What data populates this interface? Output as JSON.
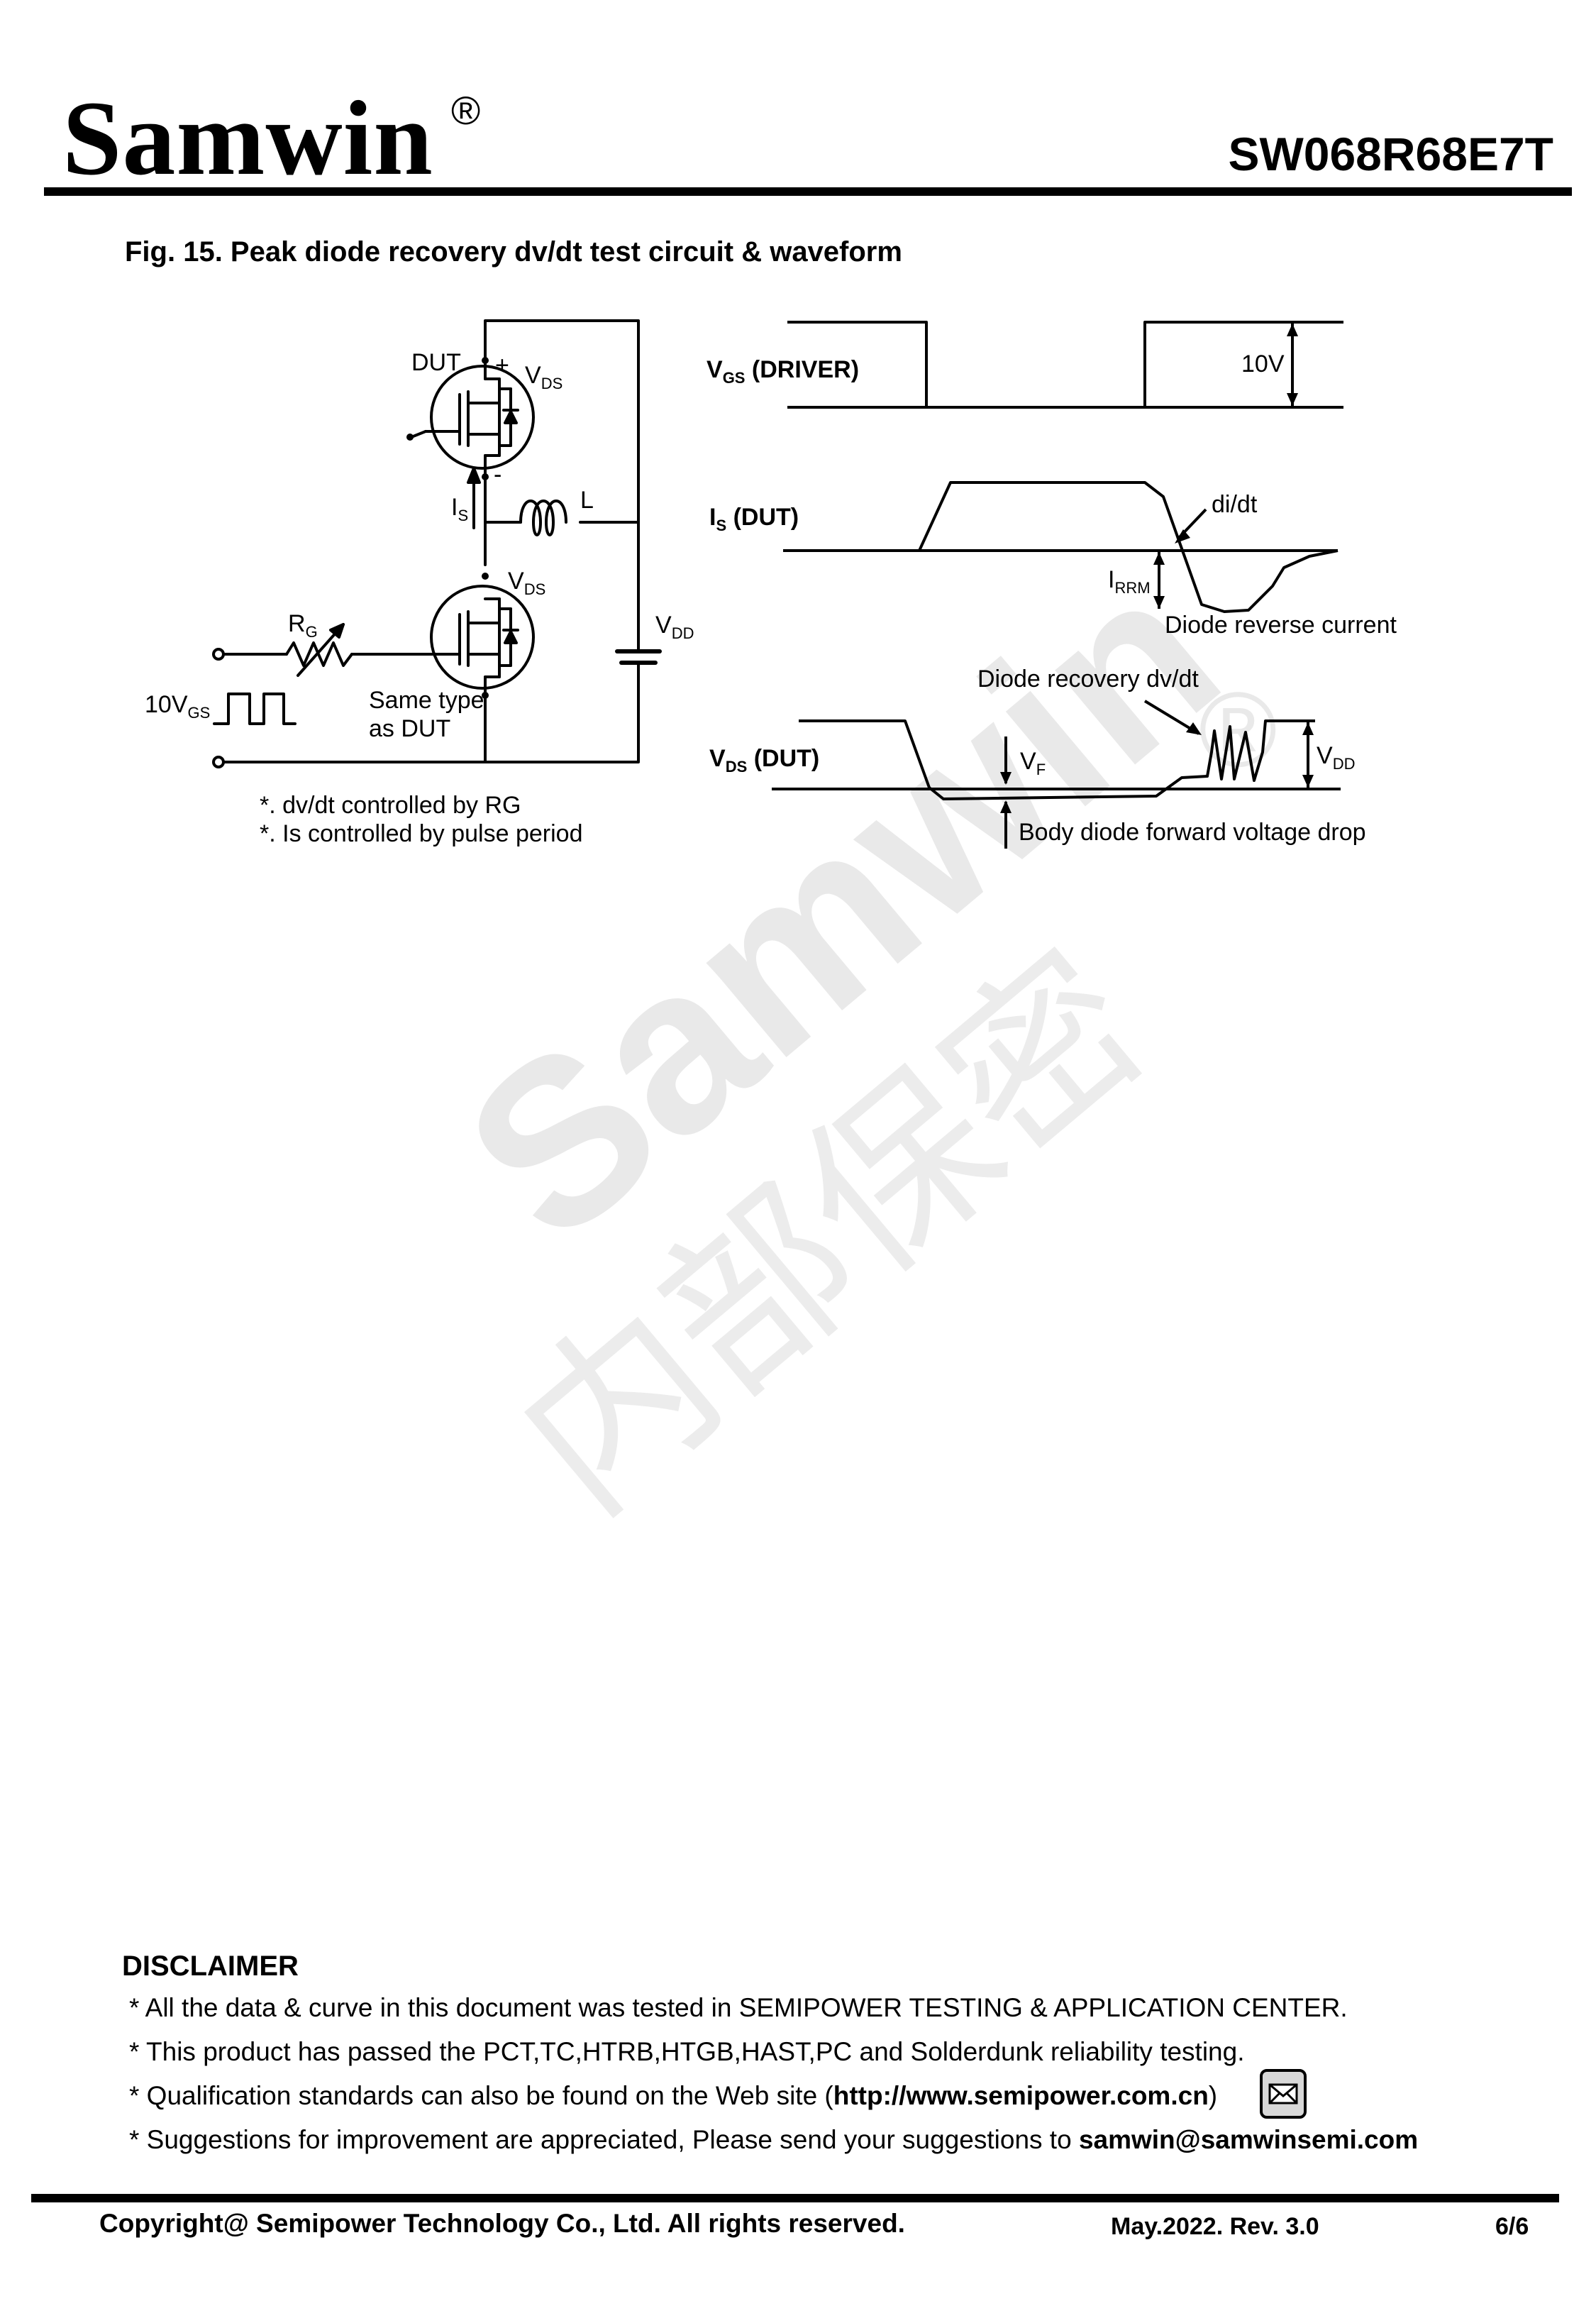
{
  "header": {
    "brand": "Samwin",
    "registered_mark": "®",
    "part_number": "SW068R68E7T"
  },
  "figure": {
    "title": "Fig. 15. Peak diode recovery dv/dt test circuit & waveform",
    "circuit": {
      "dut_label": "DUT",
      "plus": "+",
      "minus": "-",
      "vds_main": "V",
      "vds_sub": "DS",
      "is_main": "I",
      "is_sub": "S",
      "inductor": "L",
      "rg_main": "R",
      "rg_sub": "G",
      "vdd_main": "V",
      "vdd_sub": "DD",
      "vgs_prefix": "10V",
      "vgs_sub": "GS",
      "same_type_1": "Same type",
      "same_type_2": "as DUT",
      "note1": "*. dv/dt controlled by RG",
      "note2": "*. Is controlled by pulse period"
    },
    "waveforms": {
      "vgs_main": "V",
      "vgs_sub": "GS",
      "vgs_suffix": " (DRIVER)",
      "vgs_amplitude": "10V",
      "is_main": "I",
      "is_sub": "S",
      "is_suffix": " (DUT)",
      "didt": "di/dt",
      "irrm_main": "I",
      "irrm_sub": "RRM",
      "reverse_current": "Diode reverse current",
      "recovery_dvdt": "Diode recovery dv/dt",
      "vds_main": "V",
      "vds_sub": "DS",
      "vds_suffix": " (DUT)",
      "vf_main": "V",
      "vf_sub": "F",
      "vdd_main": "V",
      "vdd_sub": "DD",
      "forward_drop": "Body diode forward voltage drop"
    }
  },
  "disclaimer": {
    "title": "DISCLAIMER",
    "line1": "* All the data & curve in this document was tested in SEMIPOWER TESTING & APPLICATION CENTER.",
    "line2": "* This product has passed the PCT,TC,HTRB,HTGB,HAST,PC and Solderdunk reliability testing.",
    "line3_prefix": "* Qualification standards can also be found on the Web site (",
    "line3_link": "http://www.semipower.com.cn",
    "line3_suffix": ")",
    "line4_prefix": "* Suggestions for improvement are appreciated, Please send your suggestions to ",
    "line4_email": "samwin@samwinsemi.com",
    "icon": "mail-icon"
  },
  "watermark": {
    "brand": "Samwin",
    "chinese": "内部保密",
    "registered_mark": "®"
  },
  "footer": {
    "copyright": "Copyright@ Semipower Technology Co., Ltd. All rights reserved.",
    "revision": "May.2022. Rev. 3.0",
    "page": "6/6"
  }
}
